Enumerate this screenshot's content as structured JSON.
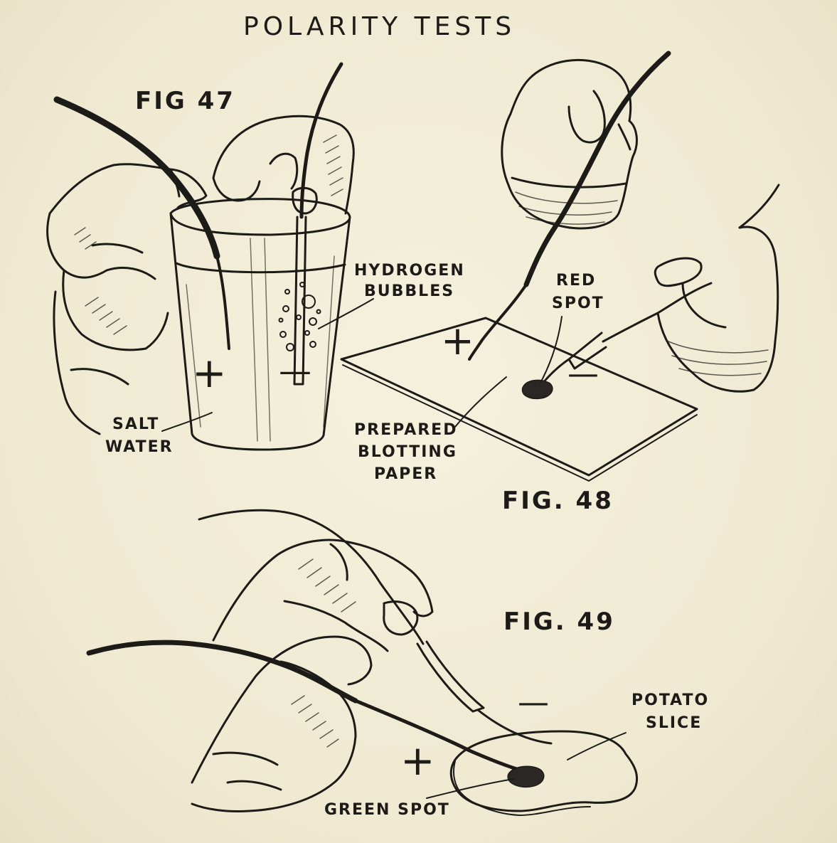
{
  "title": "POLARITY TESTS",
  "figures": {
    "fig47": {
      "caption": "FIG 47",
      "labels": {
        "bubbles_line1": "HYDROGEN",
        "bubbles_line2": "BUBBLES",
        "water_line1": "SALT",
        "water_line2": "WATER"
      },
      "plus": "+",
      "minus": "—"
    },
    "fig48": {
      "caption": "FIG. 48",
      "labels": {
        "spot_line1": "RED",
        "spot_line2": "SPOT",
        "paper_line1": "PREPARED",
        "paper_line2": "BLOTTING",
        "paper_line3": "PAPER"
      },
      "plus": "+",
      "minus": "—"
    },
    "fig49": {
      "caption": "FIG. 49",
      "labels": {
        "potato_line1": "POTATO",
        "potato_line2": "SLICE",
        "spot": "GREEN SPOT"
      },
      "plus": "+",
      "minus": "—"
    }
  },
  "colors": {
    "paper": "#f1ecd6",
    "ink": "#1d1b18"
  }
}
